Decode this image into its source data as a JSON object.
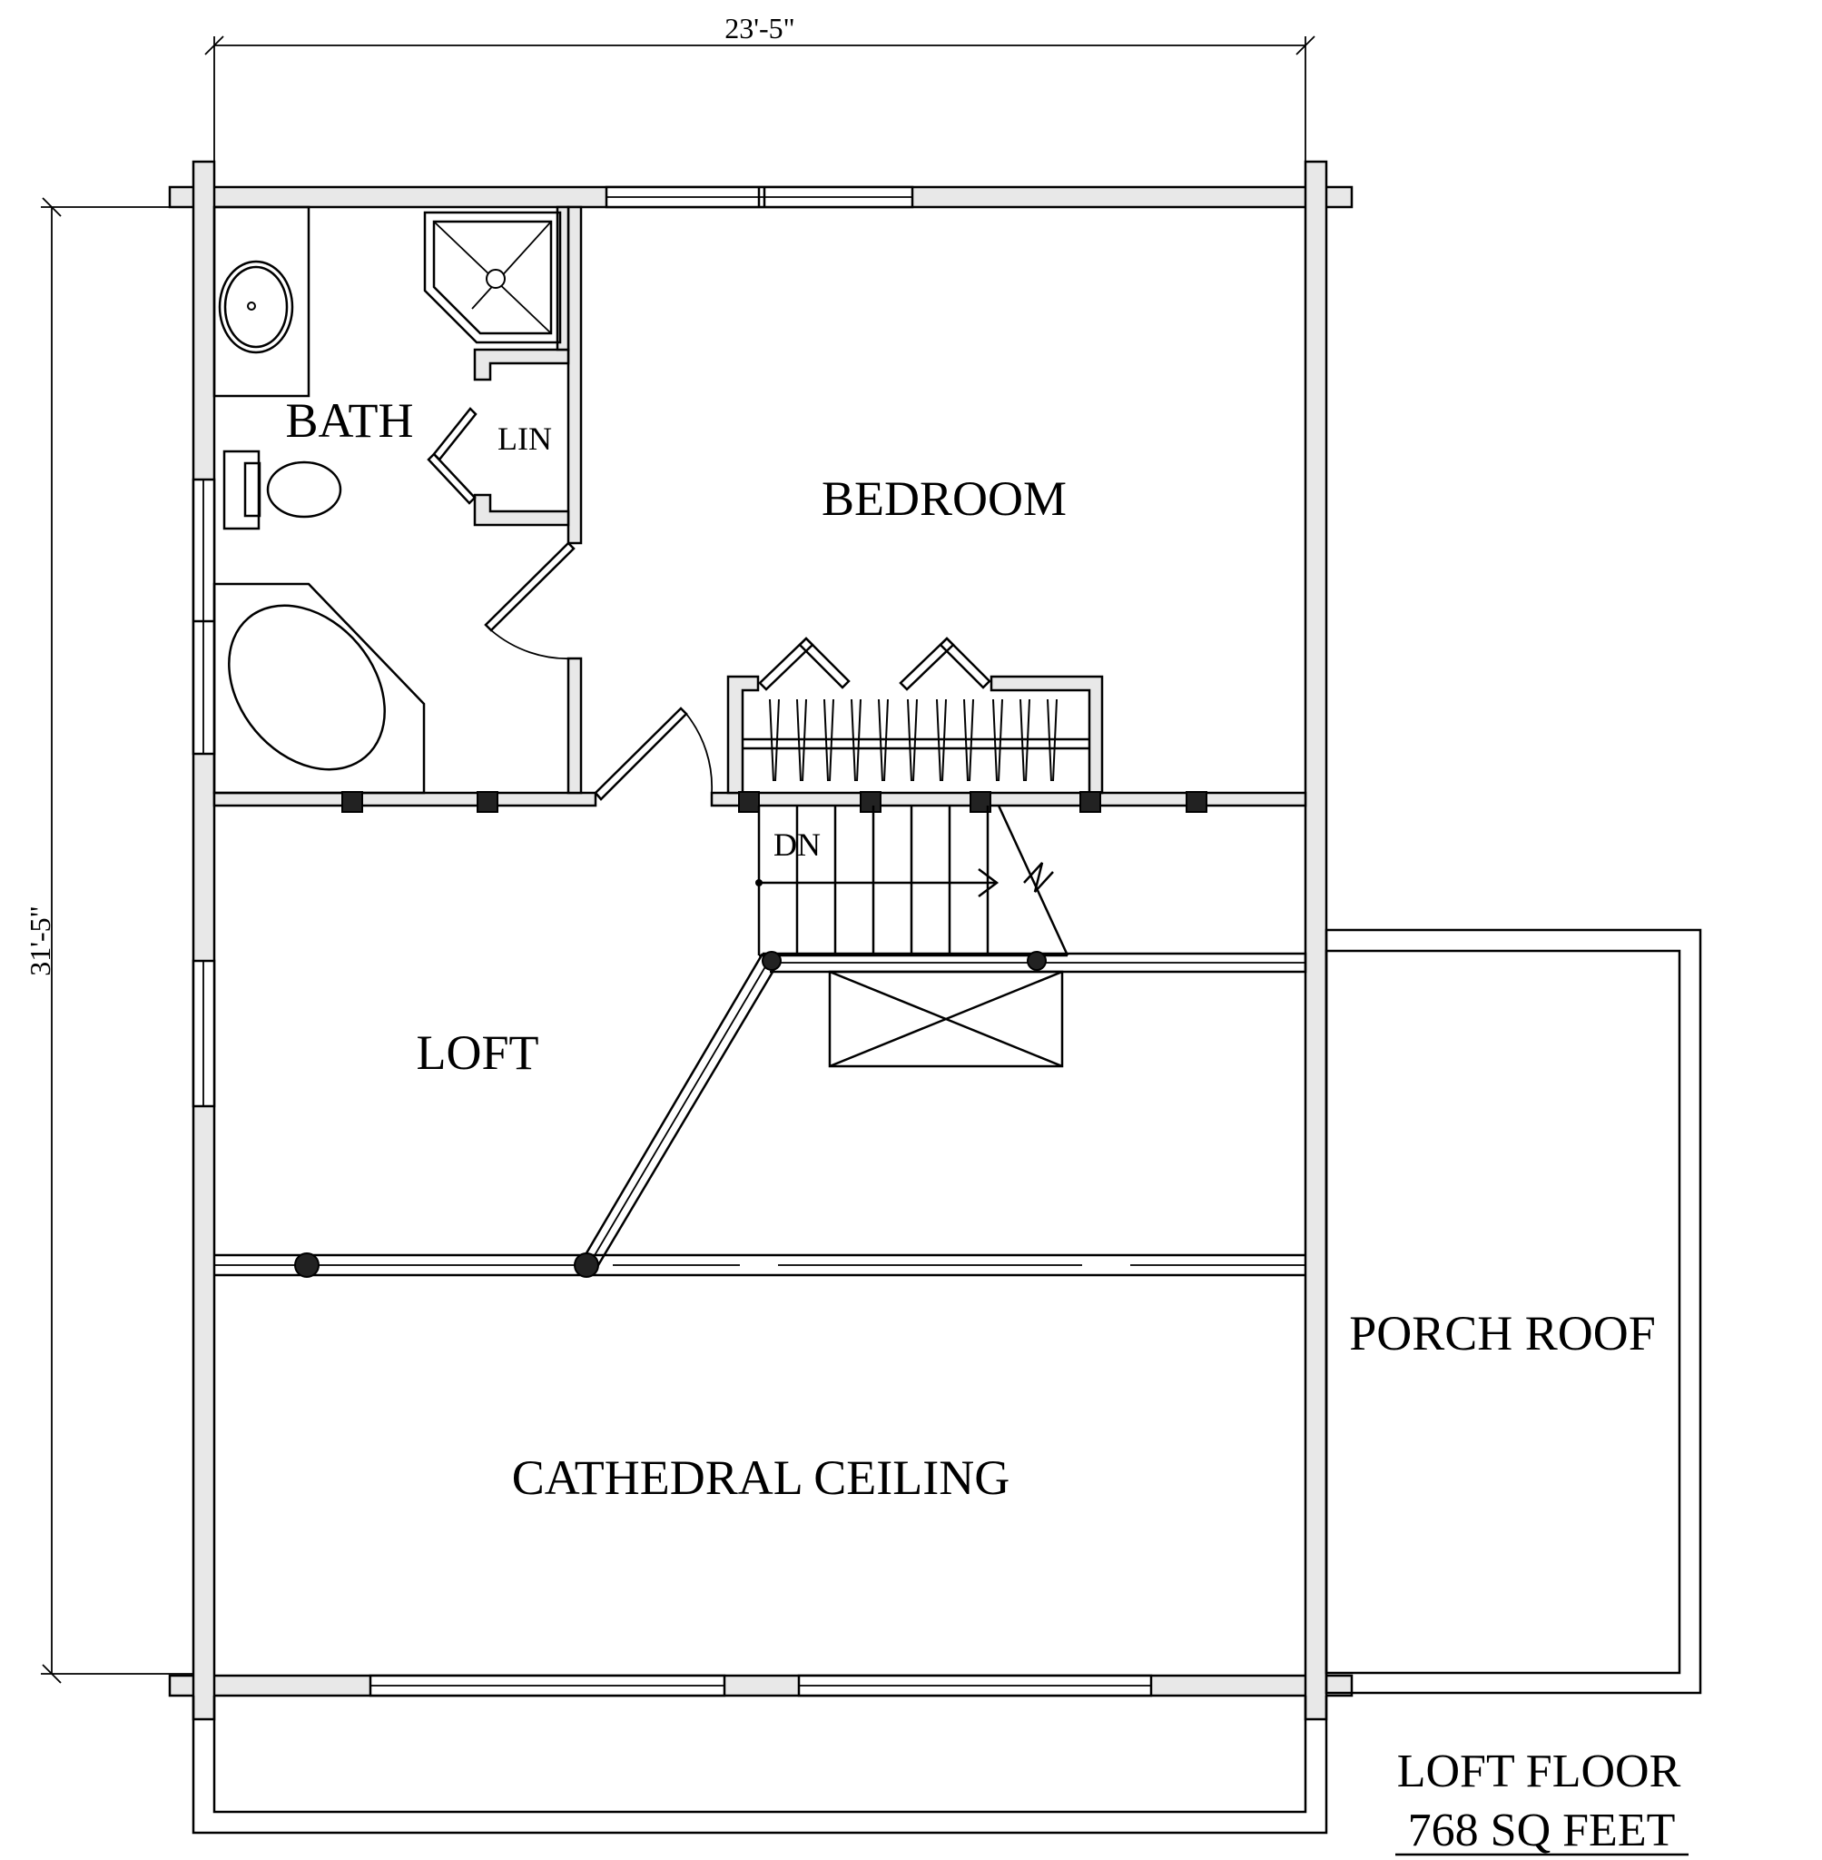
{
  "dimensions": {
    "width": "23'-5\"",
    "height": "31'-5\""
  },
  "rooms": {
    "bath": "BATH",
    "linen": "LIN",
    "bedroom": "BEDROOM",
    "loft": "LOFT",
    "stairs_down": "DN",
    "porch_roof": "PORCH ROOF",
    "cathedral_ceiling": "CATHEDRAL CEILING"
  },
  "title_block": {
    "name": "LOFT FLOOR",
    "area": "768 SQ FEET"
  }
}
